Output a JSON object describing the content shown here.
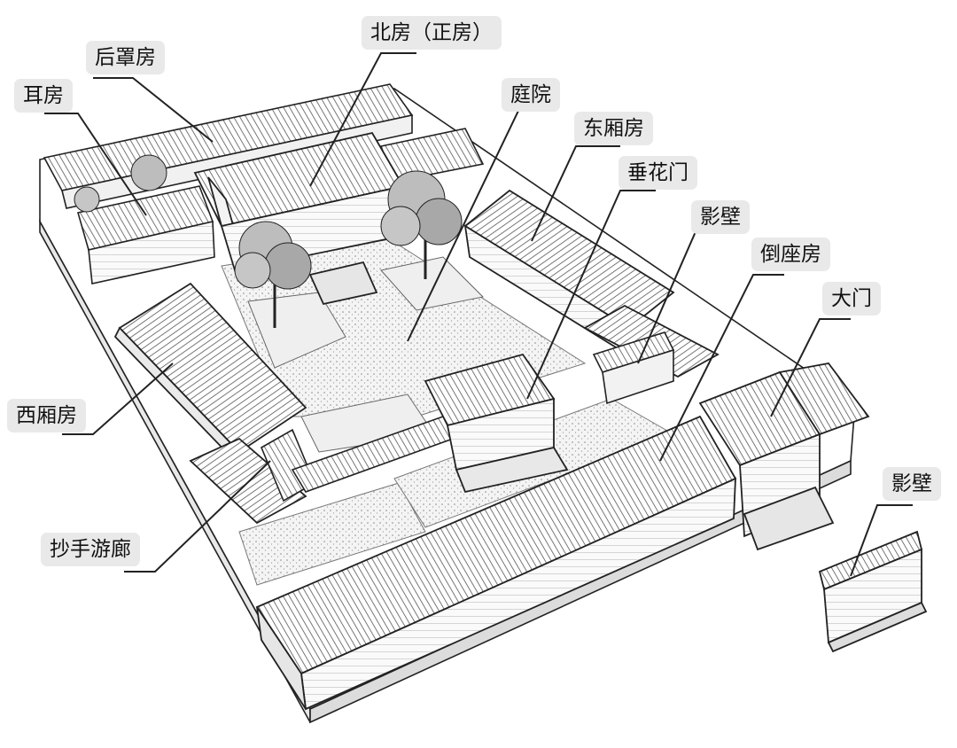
{
  "labels": {
    "beifang": "北房（正房）",
    "houzhaofang": "后罩房",
    "erfang": "耳房",
    "tingyuan": "庭院",
    "dongxiangfang": "东厢房",
    "chuihuamen": "垂花门",
    "yingbi_inner": "影壁",
    "daozuofang": "倒座房",
    "damen": "大门",
    "xixiangfang": "西厢房",
    "chaoshouyoulang": "抄手游廊",
    "yingbi_outer": "影壁"
  }
}
